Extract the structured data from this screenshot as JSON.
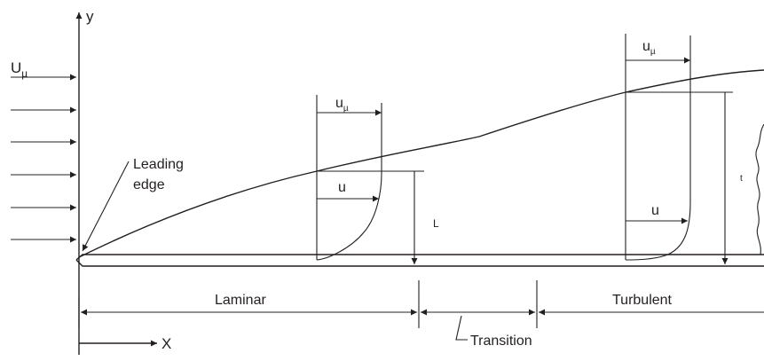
{
  "axis": {
    "y_label": "y",
    "x_label": "X"
  },
  "freestream": {
    "main": "U",
    "sub": "µ"
  },
  "leading_edge": {
    "line1": "Leading",
    "line2": "edge"
  },
  "laminar_profile": {
    "edge_main": "u",
    "edge_sub": "µ",
    "u_label": "u",
    "thickness_label": "L"
  },
  "turbulent_profile": {
    "edge_main": "u",
    "edge_sub": "µ",
    "u_label": "u",
    "thickness_label": "t"
  },
  "regions": {
    "laminar": "Laminar",
    "transition": "Transition",
    "turbulent": "Turbulent"
  },
  "colors": {
    "ink": "#231f20",
    "background": "#ffffff"
  }
}
